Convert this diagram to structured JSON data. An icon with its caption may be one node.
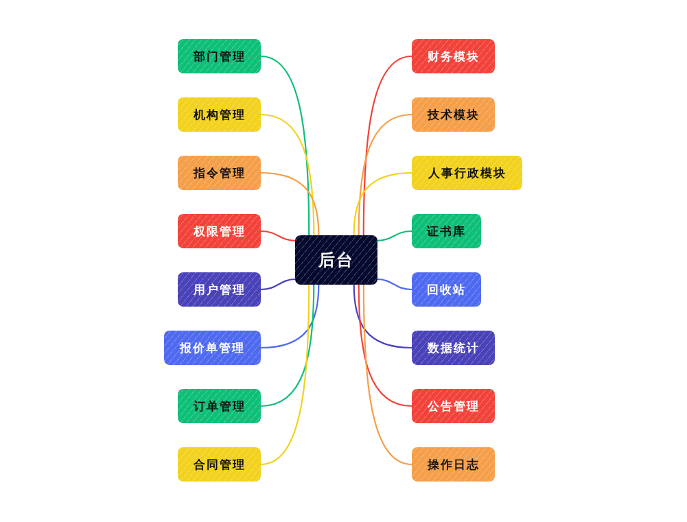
{
  "diagram": {
    "nodes": [
      {
        "text": [
          "后台"
        ]
      },
      {
        "text": [
          "部门管理"
        ]
      },
      {
        "text": [
          "机构管理"
        ]
      },
      {
        "text": [
          "指令管理"
        ]
      },
      {
        "text": [
          "权限管理"
        ]
      },
      {
        "text": [
          "用户管理"
        ]
      },
      {
        "text": [
          "报价单管理"
        ]
      },
      {
        "text": [
          "订单管理"
        ]
      },
      {
        "text": [
          "合同管理"
        ]
      },
      {
        "text": [
          "财务模块"
        ]
      },
      {
        "text": [
          "技术模块"
        ]
      },
      {
        "text": [
          "人事行政模块"
        ]
      },
      {
        "text": [
          "证书库"
        ]
      },
      {
        "text": [
          "回收站"
        ]
      },
      {
        "text": [
          "数据统计"
        ]
      },
      {
        "text": [
          "公告管理"
        ]
      },
      {
        "text": [
          "操作日志"
        ]
      }
    ],
    "edges": [
      {
        "from": 0,
        "to": 1,
        "arrow": "none",
        "color": "#0ebf78"
      },
      {
        "from": 0,
        "to": 2,
        "arrow": "none",
        "color": "#f2d21f"
      },
      {
        "from": 0,
        "to": 3,
        "arrow": "none",
        "color": "#f59f4a"
      },
      {
        "from": 0,
        "to": 4,
        "arrow": "none",
        "color": "#f2433a"
      },
      {
        "from": 0,
        "to": 5,
        "arrow": "none",
        "color": "#4a42b8"
      },
      {
        "from": 0,
        "to": 6,
        "arrow": "none",
        "color": "#4f6af0"
      },
      {
        "from": 0,
        "to": 7,
        "arrow": "none",
        "color": "#0ebf78"
      },
      {
        "from": 0,
        "to": 8,
        "arrow": "none",
        "color": "#f2d21f"
      },
      {
        "from": 0,
        "to": 9,
        "arrow": "none",
        "color": "#f2433a"
      },
      {
        "from": 0,
        "to": 10,
        "arrow": "none",
        "color": "#f59f4a"
      },
      {
        "from": 0,
        "to": 11,
        "arrow": "none",
        "color": "#f2d21f"
      },
      {
        "from": 0,
        "to": 12,
        "arrow": "none",
        "color": "#0ebf78"
      },
      {
        "from": 0,
        "to": 13,
        "arrow": "none",
        "color": "#4f6af0"
      },
      {
        "from": 0,
        "to": 14,
        "arrow": "none",
        "color": "#4a42b8"
      },
      {
        "from": 0,
        "to": 15,
        "arrow": "none",
        "color": "#f2433a"
      },
      {
        "from": 0,
        "to": 16,
        "arrow": "none",
        "color": "#f59f4a"
      }
    ]
  }
}
